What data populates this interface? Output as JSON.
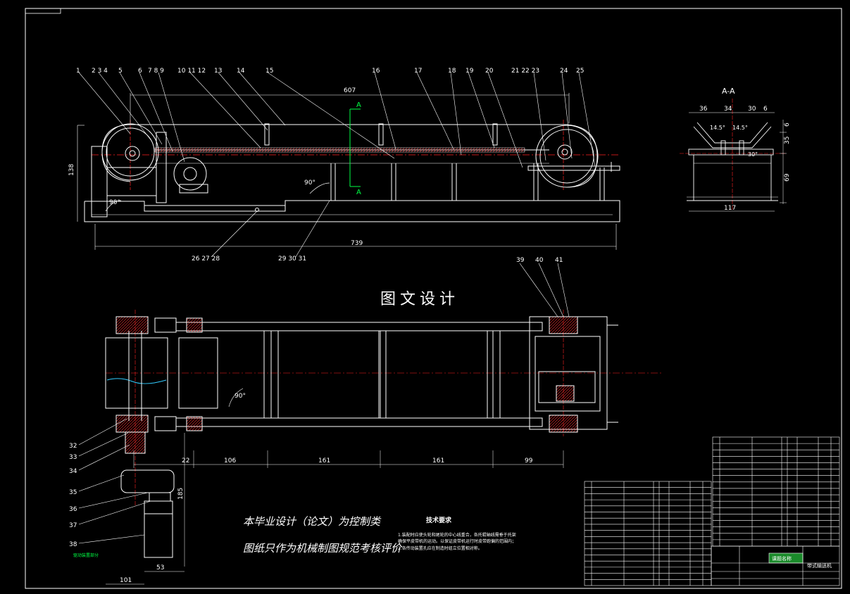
{
  "callouts_top": [
    "1",
    "2 3 4",
    "5",
    "6",
    "7 8 9",
    "10 11 12",
    "13",
    "14",
    "15",
    "16",
    "17",
    "18",
    "19",
    "20",
    "21 22 23",
    "24",
    "25"
  ],
  "callouts_bottom_front": [
    "26 27 28",
    "29 30 31"
  ],
  "callouts_plan_right": [
    "39",
    "40",
    "41"
  ],
  "callouts_plan_left": [
    "32",
    "33",
    "34",
    "35",
    "36",
    "37",
    "38"
  ],
  "dimensions": {
    "top_span": "607",
    "height_left": "138",
    "overall_length": "739",
    "angle_front": "90°",
    "angle_base": "90°",
    "angle_plan": "90°",
    "plan_d1": "22",
    "plan_d2": "106",
    "plan_d3": "161",
    "plan_d4": "161",
    "plan_d5": "99",
    "plan_vert": "185",
    "motor_w": "53",
    "motor_w2": "101"
  },
  "section": {
    "label_top": "A",
    "label_bottom": "A",
    "title": "A-A",
    "d1": "36",
    "d2": "34",
    "d3": "30",
    "d4": "6",
    "angle1": "14.5°",
    "angle2": "14.5°",
    "r1": "35",
    "r2": "6",
    "h": "69",
    "angle3": "30°",
    "width": "117"
  },
  "watermark": "图文设计",
  "note_line1": "本毕业设计（论文）为控制类",
  "note_line2": "图纸只作为机械制图规范考核评价",
  "green_note": "驱动装置部分",
  "tech": {
    "title": "技术要求",
    "line1": "1.装配时应使头轮和尾轮的中心线重合，各托辊轴线需垂于托架",
    "line2": "   确保平皮带机的运动。以保证皮带机运行时皮带跑偏的范围内；",
    "line3": "2.各传动装置孔应在制造时组立位置相对称。"
  },
  "titleblock": {
    "company": "课题名称",
    "name": "带式输送机"
  },
  "colors": {
    "line": "#ffffff",
    "center": "#ff2020",
    "green": "#00ff44",
    "tb_green": "#1a8a2a"
  }
}
